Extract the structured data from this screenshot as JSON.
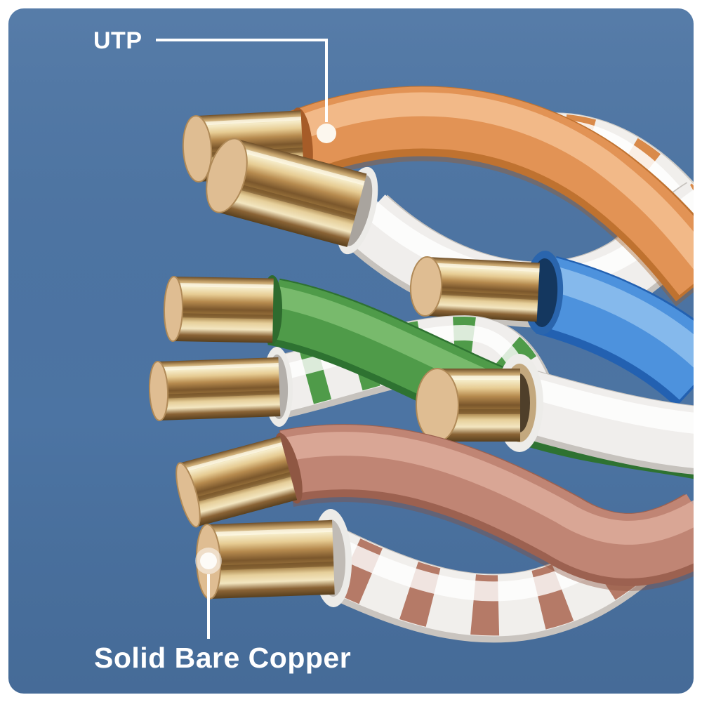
{
  "callouts": {
    "top": {
      "label": "UTP",
      "marker": "callout-dot"
    },
    "bottom": {
      "label": "Solid Bare Copper",
      "marker": "callout-ring-dot"
    }
  },
  "colors": {
    "background": "#4C74A3",
    "frame": "#FFFFFF",
    "callout_line": "#FFFFFF",
    "label_text": "#FFFFFF",
    "orange_wire": "#E29355",
    "blue_wire": "#4D92DD",
    "green_wire": "#4F9B49",
    "brown_wire": "#C08574",
    "white_wire": "#F0EEEC",
    "copper_face": "#DFBD92"
  },
  "icons": {
    "top_marker": "callout-dot",
    "bottom_marker": "callout-ring-dot"
  }
}
